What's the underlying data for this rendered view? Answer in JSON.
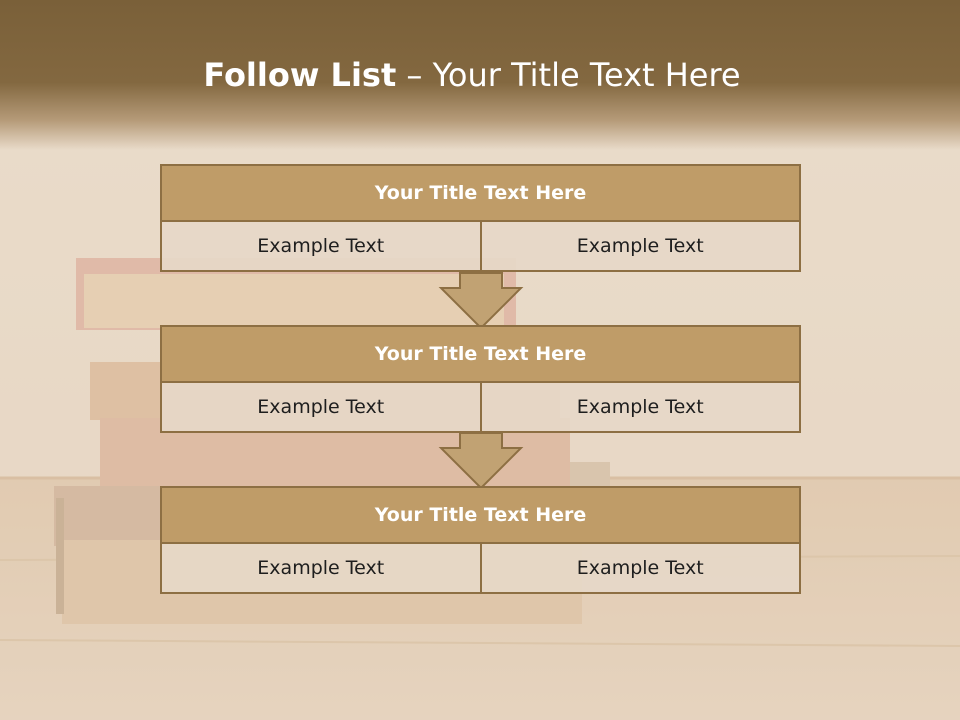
{
  "slide": {
    "title_bold": "Follow List",
    "title_rest": " – Your Title Text Here"
  },
  "blocks": [
    {
      "title": "Your Title Text Here",
      "left": "Example Text",
      "right": "Example Text"
    },
    {
      "title": "Your Title Text Here",
      "left": "Example Text",
      "right": "Example Text"
    },
    {
      "title": "Your Title Text Here",
      "left": "Example Text",
      "right": "Example Text"
    }
  ],
  "colors": {
    "header": "#7a6039",
    "box_fill": "#bf9c68",
    "box_border": "#8d6f43",
    "cell_fill": "#e6d8c8"
  },
  "background_image": "stack-of-old-books-on-wooden-table"
}
